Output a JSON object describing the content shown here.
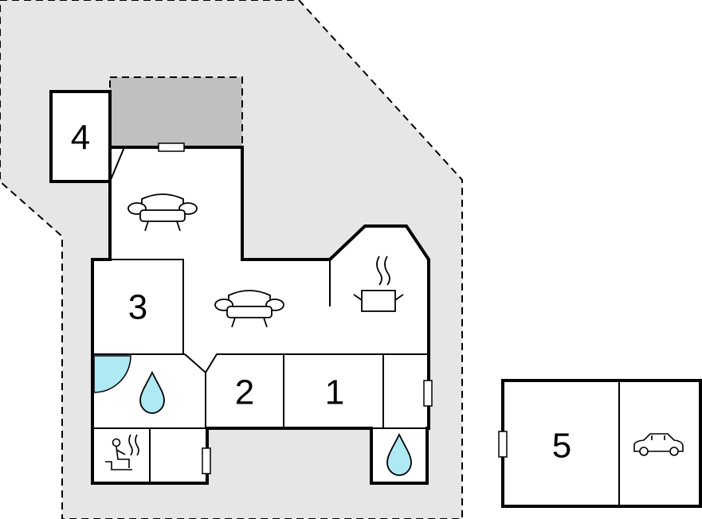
{
  "colors": {
    "plot_fill": "#e6e6e6",
    "terrace_fill": "#c0c0c0",
    "interior_fill": "#ffffff",
    "wall": "#000000",
    "water": "#aee9f4"
  },
  "rooms": [
    {
      "id": "1",
      "label": "1"
    },
    {
      "id": "2",
      "label": "2"
    },
    {
      "id": "3",
      "label": "3"
    },
    {
      "id": "4",
      "label": "4"
    },
    {
      "id": "5",
      "label": "5"
    }
  ],
  "icons": [
    "sofa-icon",
    "sofa-icon",
    "cooking-pot-icon",
    "water-drop-icon",
    "water-drop-icon",
    "sauna-icon",
    "car-icon",
    "door-arc-icon"
  ]
}
